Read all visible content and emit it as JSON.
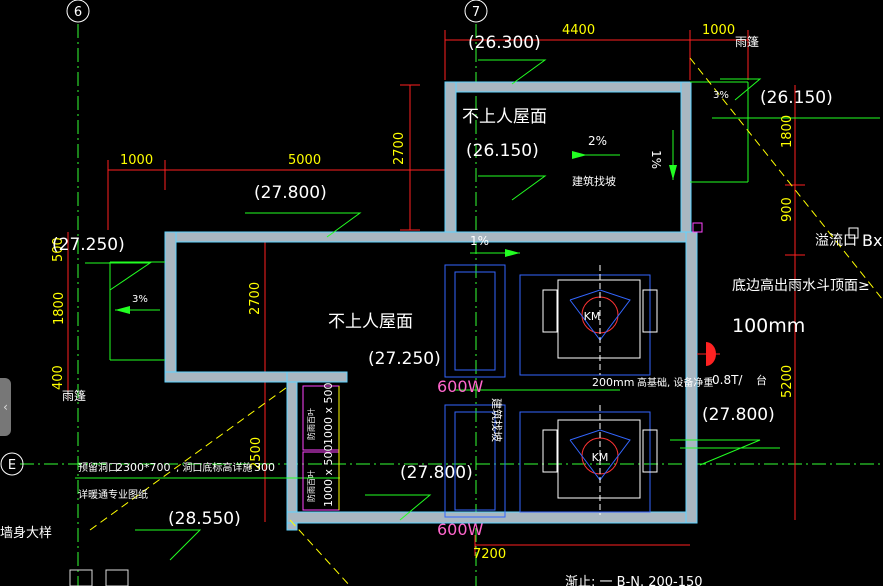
{
  "grid": {
    "axis_6": "6",
    "axis_7": "7",
    "axis_e": "E"
  },
  "dims": {
    "d4400": "4400",
    "d1000a": "1000",
    "d1000b": "1000",
    "d5000": "5000",
    "d2700a": "2700",
    "d2700b": "2700",
    "d1800a": "1800",
    "d1800b": "1800",
    "d900": "900",
    "d400": "400",
    "d500": "500",
    "d5200": "5200",
    "d2500": "2500",
    "d7200": "7200",
    "d600a": "600",
    "d600b": "600",
    "d300": "300",
    "d2300": "2300*700"
  },
  "elev": {
    "e26300": "(26.300)",
    "e26150a": "(26.150)",
    "e26150b": "(26.150)",
    "e27800a": "(27.800)",
    "e27250a": "(27.250)",
    "e27250b": "(27.250)",
    "e27800b": "(27.800)",
    "e27800c": "(27.800)",
    "e28550": "(28.550)"
  },
  "labels": {
    "roof_a": "不上人屋面",
    "roof_b": "不上人屋面",
    "slope_2": "2%",
    "slope_1a": "1%",
    "slope_1b": "1%",
    "slope_3a": "3%",
    "slope_3b": "3%",
    "find_slope": "建筑找坡",
    "find_slope2": "建筑找坡",
    "rain_a": "雨篷",
    "rain_b": "雨篷",
    "overflow": "溢流口",
    "bx": "Bx",
    "note_1": "底边高出雨水斗顶面≥",
    "note_2": "100mm",
    "eq_1": "200mm",
    "eq_2": "高基础, 设备净重",
    "eq_3": "0.8T/",
    "eq_4": "台",
    "vent_1": "1000 x 500",
    "vent_2": "1000 x 500",
    "vent_tag_1": "防雨百叶",
    "vent_tag_2": "防雨百叶",
    "hole_1": "预留洞口",
    "hole_2": ", 洞口底标高详施",
    "hole_3": "详暖通专业图纸",
    "wall_detail": "墙身大样",
    "fan_a": "KM",
    "fan_b": "KM"
  },
  "bottom_text": "渐止: 一 B-N. 200-150"
}
